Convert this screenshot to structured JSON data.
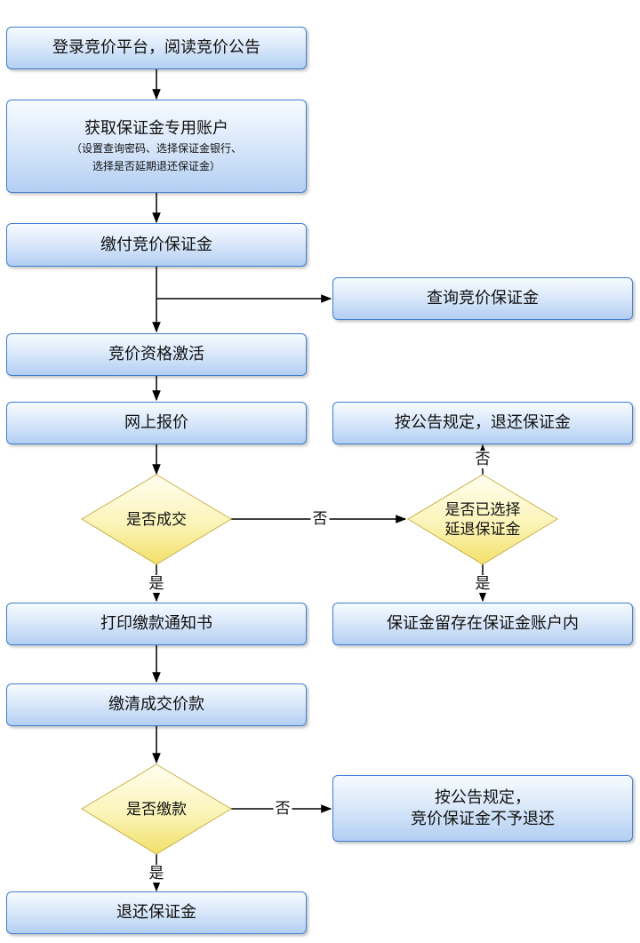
{
  "nodes": {
    "login": "登录竞价平台，阅读竞价公告",
    "account": {
      "title": "获取保证金专用账户",
      "note1": "（设置查询密码、选择保证金银行、",
      "note2": "选择是否延期退还保证金）"
    },
    "pay_deposit": "缴付竞价保证金",
    "query_deposit": "查询竞价保证金",
    "activate": "竞价资格激活",
    "bid": "网上报价",
    "deal": "是否成交",
    "delay": {
      "line1": "是否已选择",
      "line2": "延退保证金"
    },
    "refund_rule": "按公告规定，退还保证金",
    "keep": "保证金留存在保证金账户内",
    "print": "打印缴款通知书",
    "pay_full": "缴清成交价款",
    "paid": "是否缴款",
    "forfeit": {
      "line1": "按公告规定，",
      "line2": "竞价保证金不予退还"
    },
    "refund": "退还保证金"
  },
  "labels": {
    "deal_no": "否",
    "deal_yes": "是",
    "delay_no": "否",
    "delay_yes": "是",
    "paid_no": "否",
    "paid_yes": "是"
  },
  "colors": {
    "box_border": "#3f7fcf",
    "box_fill_top": "#f7fbff",
    "box_fill_bottom": "#b3cff3",
    "diamond_fill_top": "#fffef0",
    "diamond_fill_bottom": "#f5e77a",
    "diamond_border": "#c9b24a",
    "line": "#000000"
  }
}
